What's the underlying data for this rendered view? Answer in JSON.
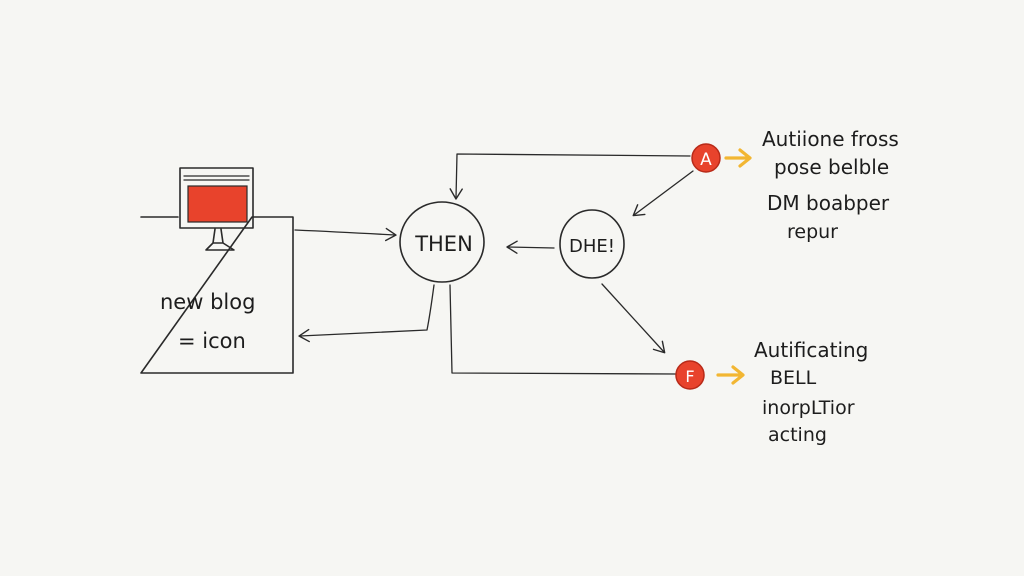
{
  "left_box": {
    "line1": "new blog",
    "line2": "= icon"
  },
  "nodes": {
    "then": "THEN",
    "dhe": "DHE!"
  },
  "badges": {
    "a": "A",
    "f": "F"
  },
  "notes_top": [
    "Autiione fross",
    "pose belble",
    "DM boabper",
    "repur"
  ],
  "notes_bottom": [
    "Autificating",
    "BELL",
    "inorpLTior",
    "acting"
  ],
  "colors": {
    "accent_red": "#e8432c",
    "accent_yellow": "#f2b632",
    "ink": "#1d1d1d",
    "paper": "#f6f6f3"
  }
}
